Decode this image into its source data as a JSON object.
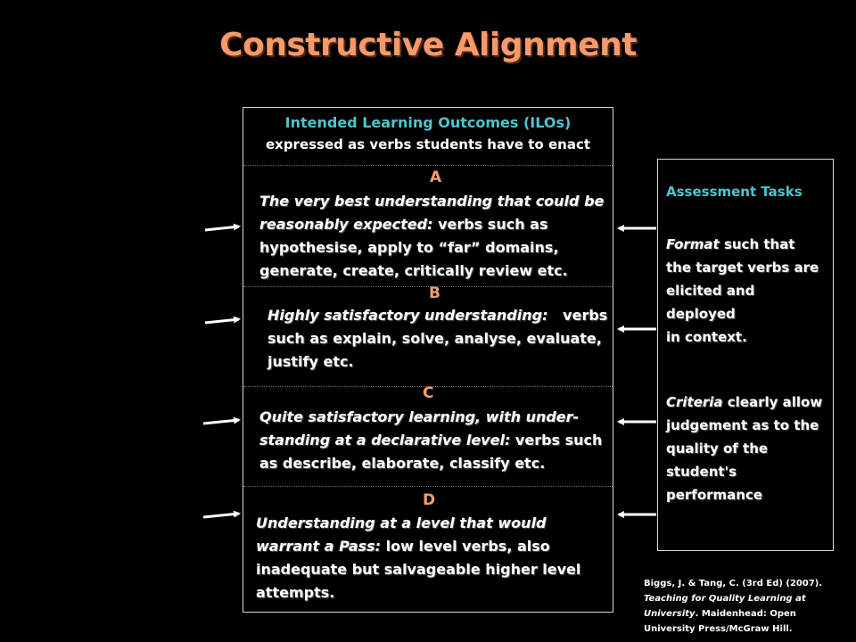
{
  "title": "Constructive Alignment",
  "ilo": {
    "header_title": "Intended Learning Outcomes (ILOs)",
    "header_sub": "expressed as verbs students have to enact",
    "levels": [
      {
        "letter": "A",
        "lines": [
          [
            {
              "t": "The very best understanding that could be",
              "i": true
            }
          ],
          [
            {
              "t": "reasonably expected:",
              "i": true
            },
            {
              "t": " verbs such as",
              "i": false
            }
          ],
          [
            {
              "t": "hypothesise, apply to “far” domains,",
              "i": false
            }
          ],
          [
            {
              "t": "generate, create, critically review etc.",
              "i": false
            }
          ]
        ]
      },
      {
        "letter": "B",
        "lines": [
          [
            {
              "t": "Highly satisfactory understanding:",
              "i": true
            },
            {
              "t": "   verbs",
              "i": false
            }
          ],
          [
            {
              "t": "such as explain, solve, analyse, evaluate,",
              "i": false
            }
          ],
          [
            {
              "t": "justify etc.",
              "i": false
            }
          ]
        ]
      },
      {
        "letter": "C",
        "lines": [
          [
            {
              "t": "Quite satisfactory learning, with under-",
              "i": true
            }
          ],
          [
            {
              "t": "standing at a declarative level:",
              "i": true
            },
            {
              "t": " verbs such",
              "i": false
            }
          ],
          [
            {
              "t": "as describe, elaborate, classify etc.",
              "i": false
            }
          ]
        ]
      },
      {
        "letter": "D",
        "lines": [
          [
            {
              "t": "Understanding at a level that would",
              "i": true
            }
          ],
          [
            {
              "t": "warrant a Pass:",
              "i": true
            },
            {
              "t": " low level verbs, also",
              "i": false
            }
          ],
          [
            {
              "t": "inadequate but salvageable higher level",
              "i": false
            }
          ],
          [
            {
              "t": "attempts.",
              "i": false
            }
          ]
        ]
      }
    ]
  },
  "assessment": {
    "title": "Assessment Tasks",
    "format_lines": [
      [
        {
          "t": "Format",
          "i": true
        },
        {
          "t": " such that",
          "i": false
        }
      ],
      [
        {
          "t": "the target verbs are",
          "i": false
        }
      ],
      [
        {
          "t": "elicited and",
          "i": false
        }
      ],
      [
        {
          "t": "deployed",
          "i": false
        }
      ],
      [
        {
          "t": "in context.",
          "i": false
        }
      ]
    ],
    "criteria_lines": [
      [
        {
          "t": "Criteria",
          "i": true
        },
        {
          "t": " clearly allow",
          "i": false
        }
      ],
      [
        {
          "t": "judgement as to the",
          "i": false
        }
      ],
      [
        {
          "t": "quality of the",
          "i": false
        }
      ],
      [
        {
          "t": "student's",
          "i": false
        }
      ],
      [
        {
          "t": "performance",
          "i": false
        }
      ]
    ]
  },
  "citation": {
    "lines": [
      [
        {
          "t": "Biggs, J. & Tang, C. (3rd Ed) (2007).",
          "i": false
        }
      ],
      [
        {
          "t": "Teaching for Quality Learning at",
          "i": true
        }
      ],
      [
        {
          "t": "University",
          "i": true
        },
        {
          "t": ". Maidenhead: Open",
          "i": false
        }
      ],
      [
        {
          "t": "University Press/McGraw Hill.",
          "i": false
        }
      ]
    ]
  },
  "colors": {
    "title": "#f79a6a",
    "heading": "#4fc4ce",
    "letter": "#f0a06c",
    "text": "#ffffff",
    "background": "#000000"
  }
}
